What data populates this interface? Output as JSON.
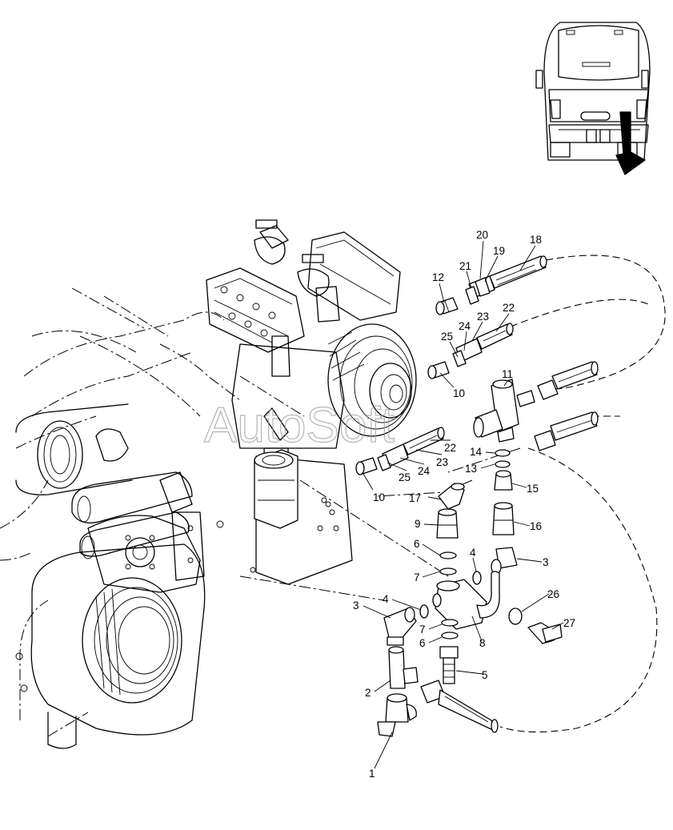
{
  "watermark": "AutoSoft",
  "callouts": [
    {
      "id": "c20",
      "text": "20"
    },
    {
      "id": "c18",
      "text": "18"
    },
    {
      "id": "c21",
      "text": "21"
    },
    {
      "id": "c19",
      "text": "19"
    },
    {
      "id": "c12",
      "text": "12"
    },
    {
      "id": "c23a",
      "text": "23"
    },
    {
      "id": "c22a",
      "text": "22"
    },
    {
      "id": "c24a",
      "text": "24"
    },
    {
      "id": "c25a",
      "text": "25"
    },
    {
      "id": "c10a",
      "text": "10"
    },
    {
      "id": "c11",
      "text": "11"
    },
    {
      "id": "c22b",
      "text": "22"
    },
    {
      "id": "c23b",
      "text": "23"
    },
    {
      "id": "c24b",
      "text": "24"
    },
    {
      "id": "c25b",
      "text": "25"
    },
    {
      "id": "c14",
      "text": "14"
    },
    {
      "id": "c13",
      "text": "13"
    },
    {
      "id": "c10b",
      "text": "10"
    },
    {
      "id": "c17",
      "text": "17"
    },
    {
      "id": "c15",
      "text": "15"
    },
    {
      "id": "c9",
      "text": "9"
    },
    {
      "id": "c16",
      "text": "16"
    },
    {
      "id": "c6a",
      "text": "6"
    },
    {
      "id": "c4a",
      "text": "4"
    },
    {
      "id": "c3a",
      "text": "3"
    },
    {
      "id": "c7a",
      "text": "7"
    },
    {
      "id": "c3b",
      "text": "3"
    },
    {
      "id": "c4b",
      "text": "4"
    },
    {
      "id": "c26",
      "text": "26"
    },
    {
      "id": "c27",
      "text": "27"
    },
    {
      "id": "c7b",
      "text": "7"
    },
    {
      "id": "c6b",
      "text": "6"
    },
    {
      "id": "c8",
      "text": "8"
    },
    {
      "id": "c5",
      "text": "5"
    },
    {
      "id": "c2",
      "text": "2"
    },
    {
      "id": "c1",
      "text": "1"
    }
  ]
}
